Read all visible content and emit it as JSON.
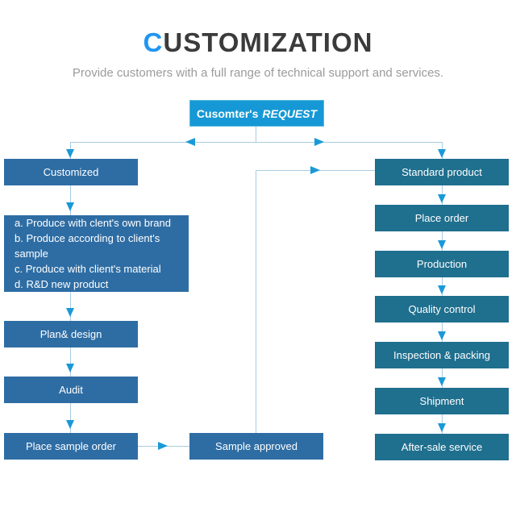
{
  "header": {
    "title_first": "C",
    "title_rest": "USTOMIZATION",
    "subtitle": "Provide customers with a full range of technical support and services."
  },
  "flow": {
    "request": {
      "label": "Cusomter's",
      "label_em": "REQUEST"
    },
    "left_branch": {
      "title": "Customized",
      "options": [
        "a. Produce with clent's own brand",
        "b. Produce according to client's sample",
        "c. Produce with client's material",
        "d. R&D new product"
      ],
      "plan_design": "Plan& design",
      "audit": "Audit",
      "place_sample_order": "Place sample order",
      "sample_approved": "Sample approved"
    },
    "right_branch": {
      "steps": [
        "Standard product",
        "Place order",
        "Production",
        "Quality control",
        "Inspection & packing",
        "Shipment",
        "After-sale service"
      ]
    }
  },
  "colors": {
    "accent": "#2196f3",
    "request_box": "#1598d5",
    "left_box": "#2e6da4",
    "right_box": "#1f6f8e",
    "line": "#a9cce3",
    "arrow": "#1a99d7"
  }
}
